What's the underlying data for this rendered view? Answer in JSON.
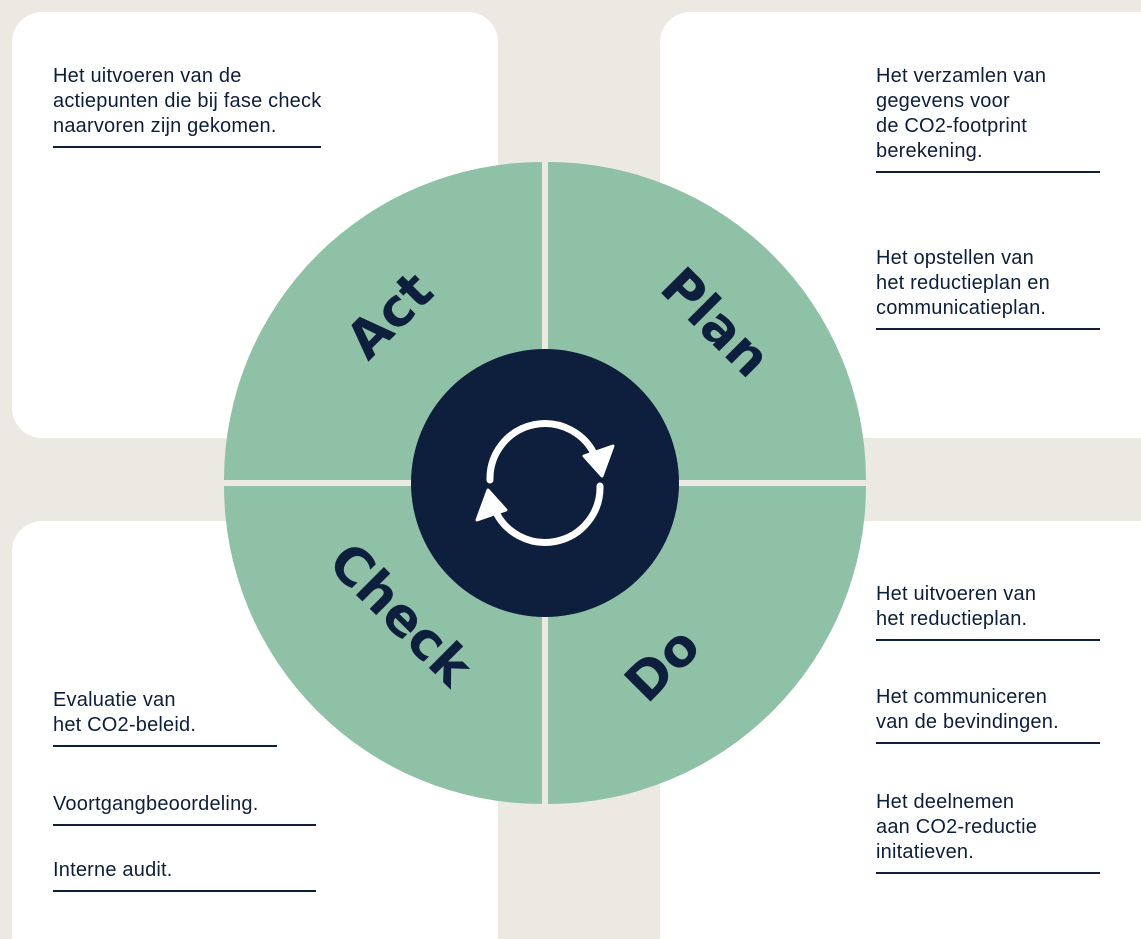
{
  "colors": {
    "background": "#ECE8E2",
    "card": "#FFFFFF",
    "quadrant": "#8FC1A7",
    "center": "#0D1F3C",
    "text": "#0D1F3C"
  },
  "phases": {
    "act": "Act",
    "plan": "Plan",
    "check": "Check",
    "do": "Do"
  },
  "center_icon": "refresh-cycle-icon",
  "act_items": [
    [
      "Het uitvoeren van de",
      "actiepunten die bij fase check",
      "naarvoren zijn gekomen."
    ]
  ],
  "plan_items": [
    [
      "Het verzamlen van",
      "gegevens voor",
      "de CO2-footprint",
      "berekening."
    ],
    [
      "Het opstellen van",
      "het reductieplan en",
      "communicatieplan."
    ]
  ],
  "check_items": [
    [
      "Evaluatie van",
      "het CO2-beleid."
    ],
    [
      "Voortgangbeoordeling."
    ],
    [
      "Interne audit."
    ]
  ],
  "do_items": [
    [
      "Het uitvoeren van",
      "het reductieplan."
    ],
    [
      "Het communiceren",
      "van de bevindingen."
    ],
    [
      "Het deelnemen",
      "aan CO2-reductie",
      "initatieven."
    ]
  ]
}
